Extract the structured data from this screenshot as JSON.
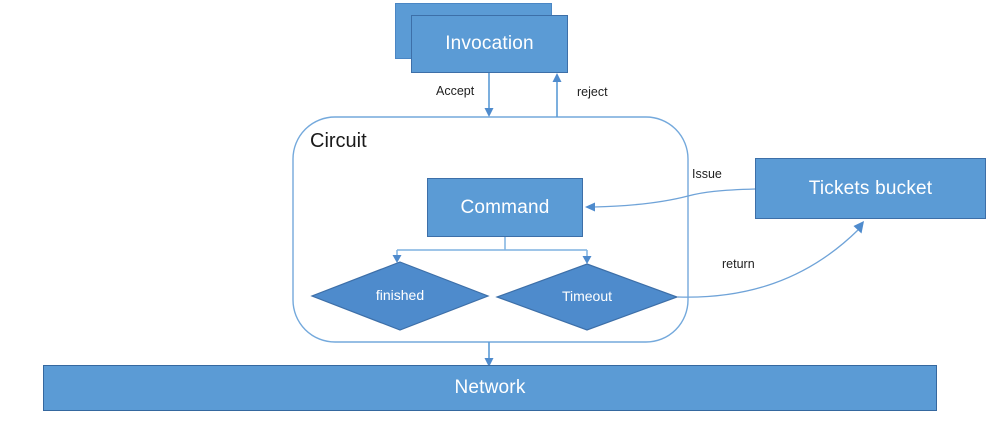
{
  "diagram": {
    "type": "flow-diagram",
    "nodes": {
      "invocation": {
        "label": "Invocation"
      },
      "circuit": {
        "label": "Circuit"
      },
      "command": {
        "label": "Command"
      },
      "finished": {
        "label": "finished"
      },
      "timeout": {
        "label": "Timeout"
      },
      "tickets_bucket": {
        "label": "Tickets bucket"
      },
      "network": {
        "label": "Network"
      }
    },
    "edges": {
      "accept": {
        "label": "Accept",
        "from": "invocation",
        "to": "circuit"
      },
      "reject": {
        "label": "reject",
        "from": "circuit",
        "to": "invocation"
      },
      "issue": {
        "label": "Issue",
        "from": "tickets_bucket",
        "to": "command"
      },
      "return_edge": {
        "label": "return",
        "from": "timeout",
        "to": "tickets_bucket"
      },
      "circuit_to_network": {
        "label": "",
        "from": "circuit",
        "to": "network"
      },
      "command_to_finished": {
        "label": "",
        "from": "command",
        "to": "finished"
      },
      "command_to_timeout": {
        "label": "",
        "from": "command",
        "to": "timeout"
      }
    },
    "colors": {
      "node_fill": "#5b9bd5",
      "node_border": "#3d6fa8",
      "diamond_fill": "#4e8bcc",
      "diamond_border": "#3d6fa8",
      "connector": "#5b9bd5",
      "connector_light": "#7fb2e0",
      "circuit_border": "#74a9dc",
      "node_text": "#ffffff",
      "label_text": "#1f1f1f"
    }
  }
}
